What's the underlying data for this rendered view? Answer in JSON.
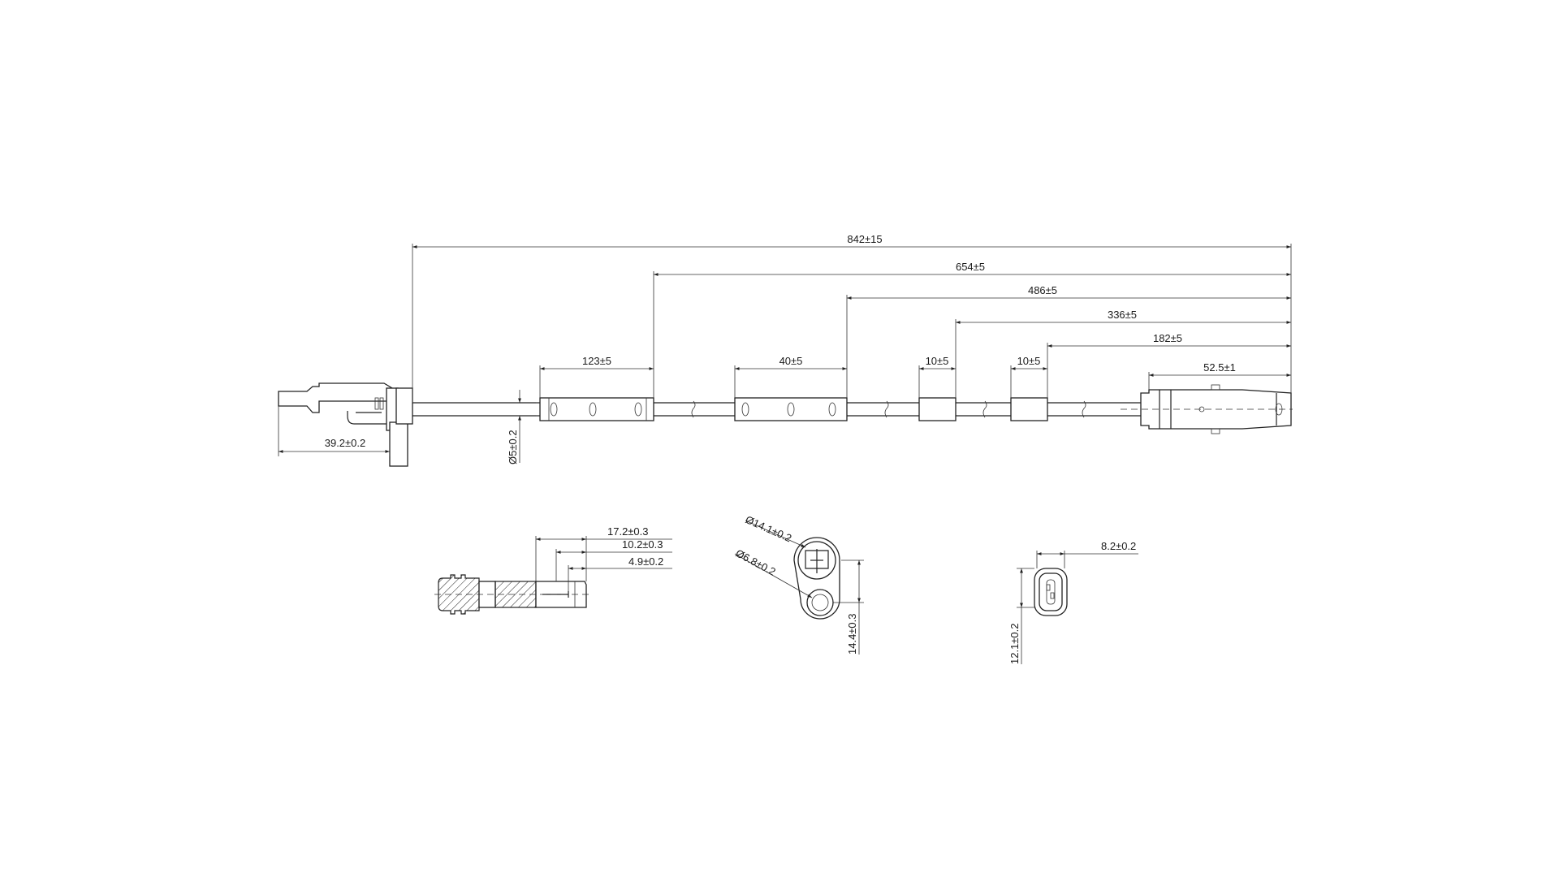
{
  "dimensions": {
    "total_length": "842±15",
    "grommet1_pos": "654±5",
    "grommet2_pos": "486±5",
    "clip1_pos": "336±5",
    "clip2_pos": "182±5",
    "connector_length": "52.5±1",
    "grommet1_len": "123±5",
    "grommet2_len": "40±5",
    "clip1_len": "10±5",
    "clip2_len": "10±5",
    "sensor_length": "39.2±0.2",
    "cable_diameter": "Ø5±0.2",
    "section_a": "17.2±0.3",
    "section_b": "10.2±0.3",
    "section_c": "4.9±0.2",
    "flange_outer_dia": "Ø14.1±0.2",
    "flange_hole_dia": "Ø6.8±0.2",
    "flange_pitch": "14.4±0.3",
    "connector_width": "8.2±0.2",
    "connector_height": "12.1±0.2"
  }
}
